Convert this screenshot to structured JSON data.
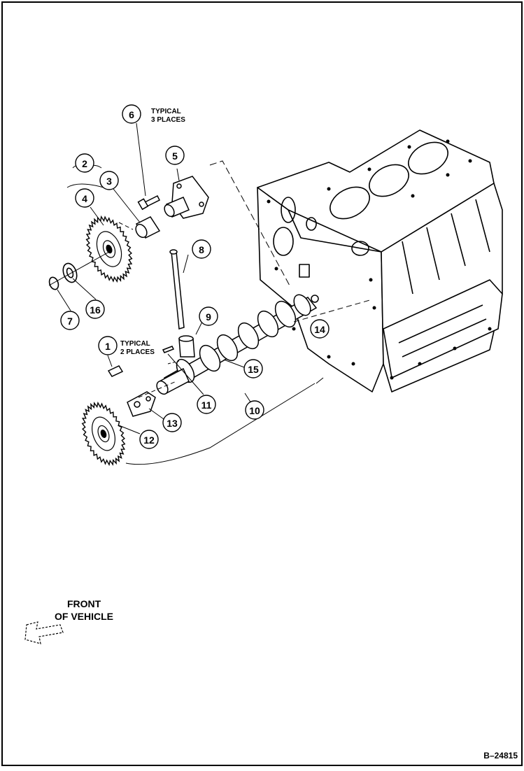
{
  "notes": {
    "typical_3": [
      "TYPICAL",
      "3 PLACES"
    ],
    "typical_2": [
      "TYPICAL",
      "2 PLACES"
    ]
  },
  "direction": {
    "line1": "FRONT",
    "line2": "OF VEHICLE",
    "arrow_icon": "front-arrow-icon"
  },
  "figure_id": "B–24815",
  "callouts": [
    {
      "id": "1",
      "label": "1"
    },
    {
      "id": "2",
      "label": "2"
    },
    {
      "id": "3",
      "label": "3"
    },
    {
      "id": "4",
      "label": "4"
    },
    {
      "id": "5",
      "label": "5"
    },
    {
      "id": "6",
      "label": "6"
    },
    {
      "id": "7",
      "label": "7"
    },
    {
      "id": "8",
      "label": "8"
    },
    {
      "id": "9",
      "label": "9"
    },
    {
      "id": "10",
      "label": "10"
    },
    {
      "id": "11",
      "label": "11"
    },
    {
      "id": "12",
      "label": "12"
    },
    {
      "id": "13",
      "label": "13"
    },
    {
      "id": "14",
      "label": "14"
    },
    {
      "id": "15",
      "label": "15"
    },
    {
      "id": "16",
      "label": "16"
    }
  ],
  "colors": {
    "ink": "#000000",
    "paper": "#ffffff"
  }
}
